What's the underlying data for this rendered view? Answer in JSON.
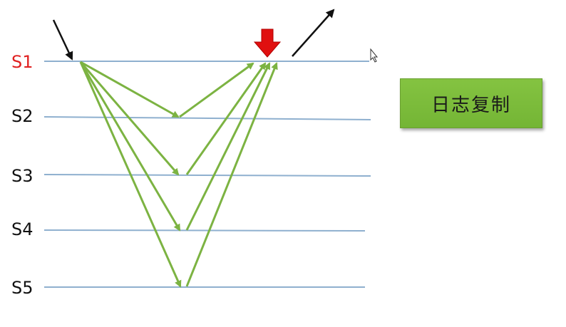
{
  "servers": [
    {
      "id": "S1",
      "leader": true
    },
    {
      "id": "S2",
      "leader": false
    },
    {
      "id": "S3",
      "leader": false
    },
    {
      "id": "S4",
      "leader": false
    },
    {
      "id": "S5",
      "leader": false
    }
  ],
  "label_box": {
    "text": "日志复制"
  },
  "colors": {
    "leader_label": "#e02020",
    "message_arrow": "#7cb342",
    "timeline": "#8fb0cf",
    "commit_marker": "#e01010",
    "box_fill": "#7cbb3c"
  },
  "icons": {
    "request_in": "arrow-down-right-icon",
    "commit": "red-down-arrow-icon",
    "response_out": "arrow-up-right-icon",
    "cursor": "mouse-cursor-icon"
  }
}
